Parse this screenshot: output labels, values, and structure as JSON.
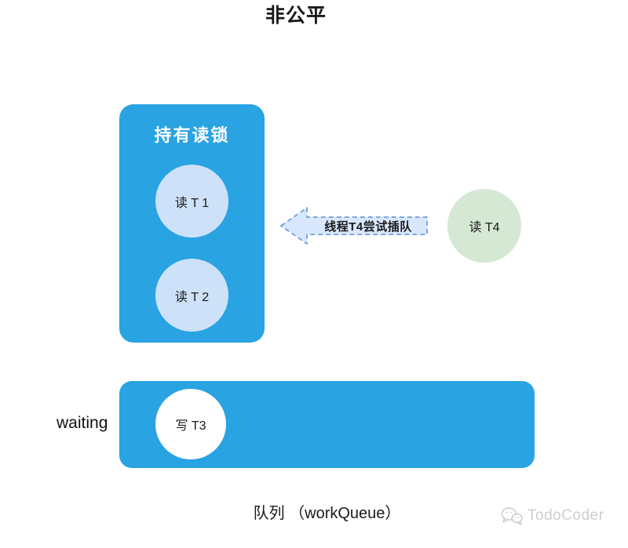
{
  "title": "非公平",
  "lock_holder": {
    "label": "持有读锁",
    "threads": [
      {
        "label": "读 T 1"
      },
      {
        "label": "读 T 2"
      }
    ]
  },
  "barge_arrow": {
    "label": "线程T4尝试插队",
    "direction": "left"
  },
  "incoming_thread": {
    "label": "读 T4"
  },
  "queue": {
    "status_label": "waiting",
    "threads": [
      {
        "label": "写 T3"
      }
    ],
    "caption": "队列 （workQueue）"
  },
  "watermark": {
    "icon": "wechat-icon",
    "brand": "TodoCoder"
  },
  "colors": {
    "primary_blue": "#29A3E2",
    "light_blue_circle": "#CDE1F9",
    "arrow_fill": "#D8E7FC",
    "arrow_border": "#7EA6E0",
    "green_circle": "#D5E8D4",
    "text_dark": "#1A1A1A",
    "watermark_gray": "#CDCDCD"
  }
}
